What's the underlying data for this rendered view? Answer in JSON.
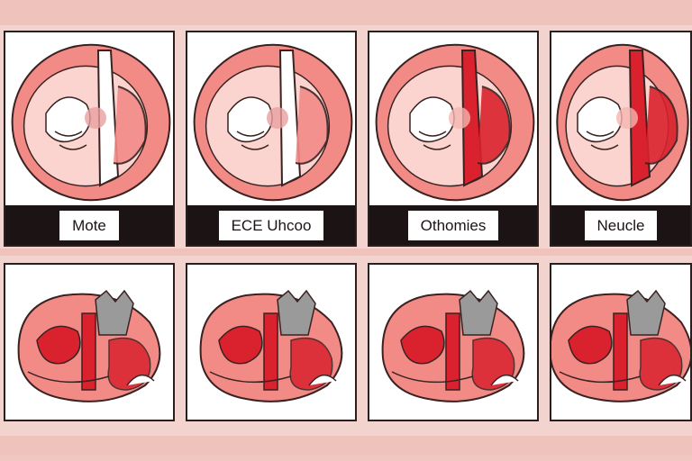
{
  "panels_top": [
    {
      "label": "Mote",
      "icon": "heart-anatomy-icon"
    },
    {
      "label": "ECE Uhcoo",
      "icon": "heart-anatomy-icon"
    },
    {
      "label": "Othomies",
      "icon": "heart-anatomy-icon"
    },
    {
      "label": "Neucle",
      "icon": "heart-anatomy-icon"
    }
  ],
  "panels_bottom": [
    {
      "icon": "heart-valve-icon"
    },
    {
      "icon": "heart-valve-icon"
    },
    {
      "icon": "heart-valve-icon"
    },
    {
      "icon": "heart-valve-icon"
    }
  ],
  "colors": {
    "background": "#efc3bc",
    "band": "#f3d3cd",
    "frame": "#2a1f1f",
    "label_bar": "#1c1414",
    "heart_red": "#d9222e",
    "heart_pink": "#f28a86",
    "heart_light": "#fbd4cf",
    "muscle_gray": "#9a9a9a"
  }
}
